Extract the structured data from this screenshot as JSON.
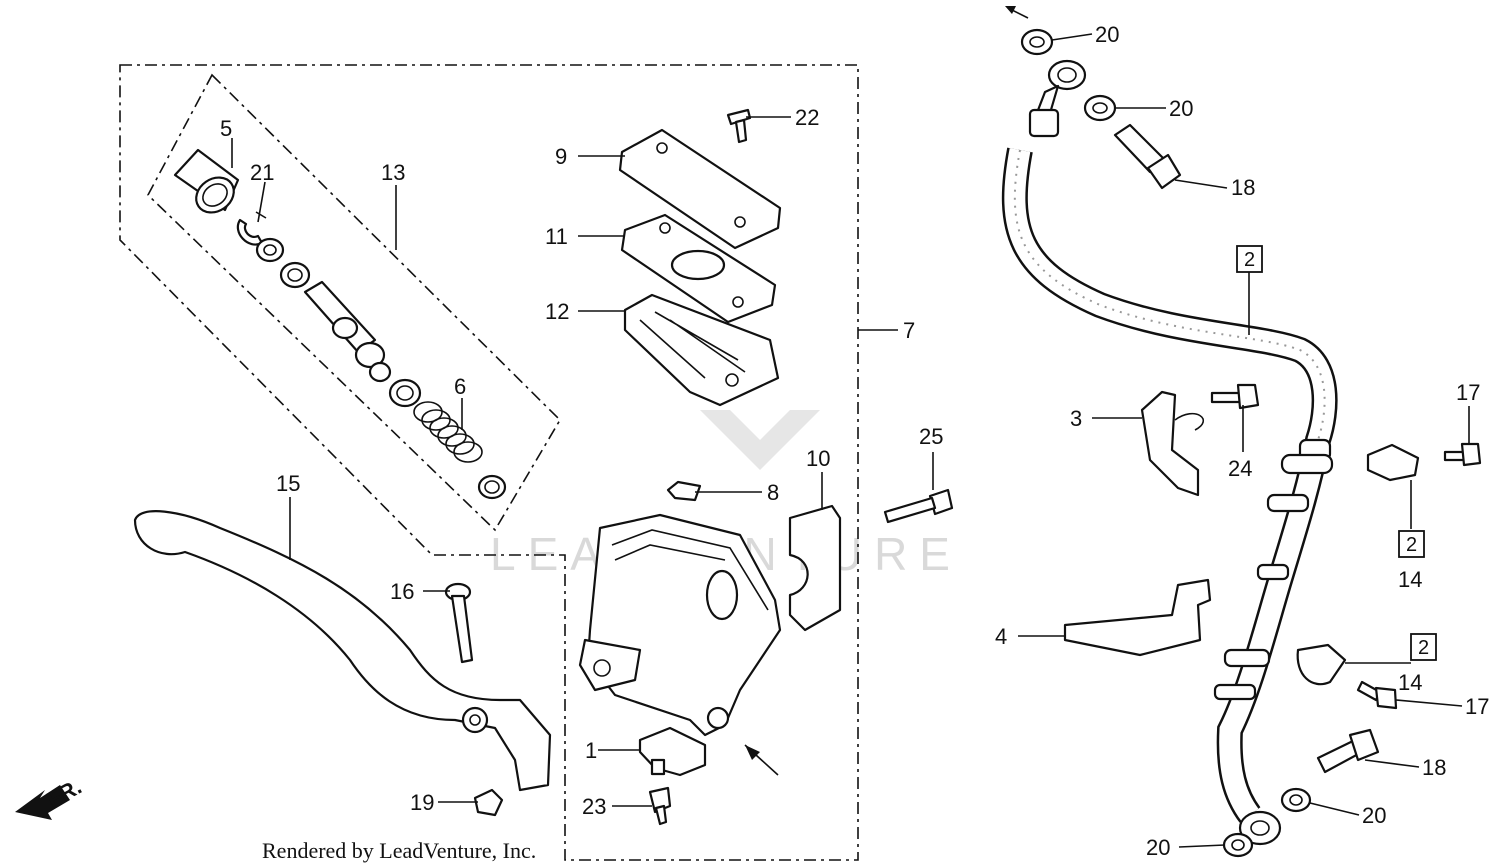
{
  "watermark": "LEADVENTURE",
  "credit": "Rendered by LeadVenture, Inc.",
  "direction": "FR.",
  "callouts": {
    "c1": "1",
    "c3": "3",
    "c4": "4",
    "c5": "5",
    "c6": "6",
    "c7": "7",
    "c8": "8",
    "c9": "9",
    "c10": "10",
    "c11": "11",
    "c12": "12",
    "c13": "13",
    "c14a": "14",
    "c14b": "14",
    "c15": "15",
    "c16": "16",
    "c17a": "17",
    "c17b": "17",
    "c18a": "18",
    "c18b": "18",
    "c19": "19",
    "c20a": "20",
    "c20b": "20",
    "c20c": "20",
    "c20d": "20",
    "c21": "21",
    "c22": "22",
    "c23": "23",
    "c24": "24",
    "c25": "25"
  },
  "boxed_callouts": {
    "b2a": "2",
    "b2b": "2",
    "b2c": "2"
  }
}
